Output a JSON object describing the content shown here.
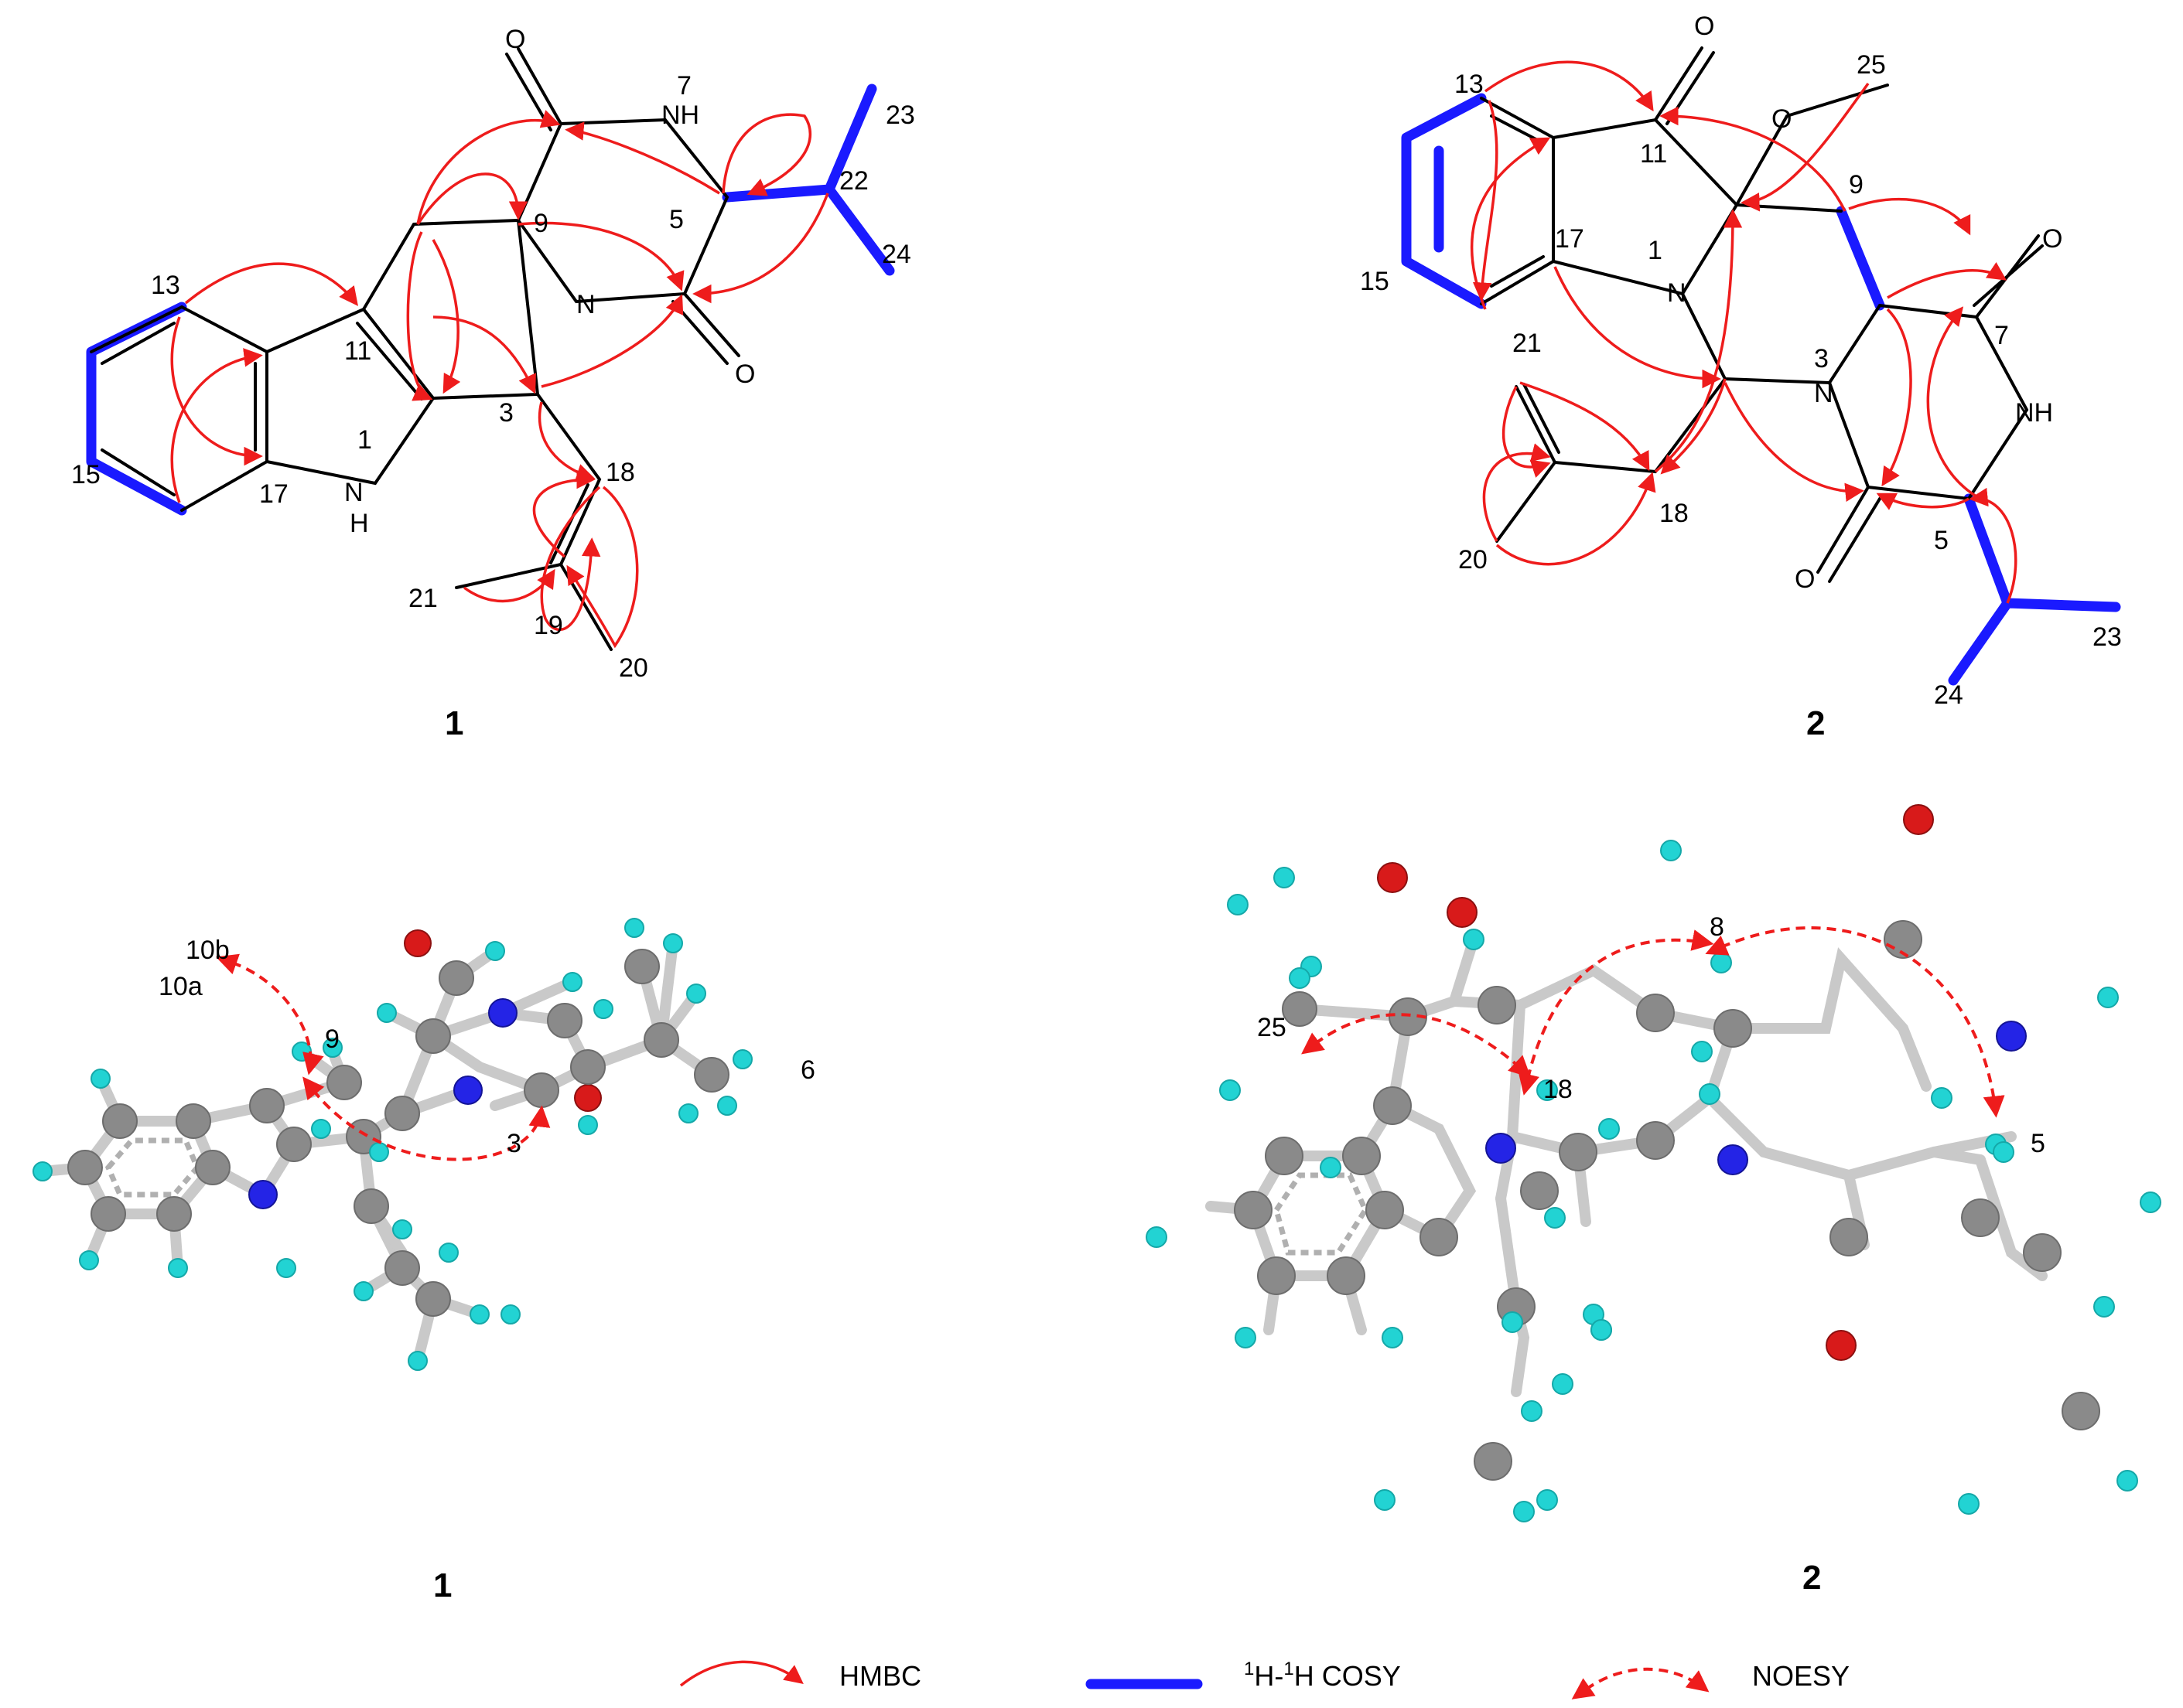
{
  "compounds": {
    "c1_label": "1",
    "c2_label": "2",
    "c1_3d_label": "1",
    "c2_3d_label": "2"
  },
  "atoms_c1": {
    "O": "O",
    "NH": "NH",
    "n7": "7",
    "n23": "23",
    "n22": "22",
    "n13": "13",
    "n9": "9",
    "n5": "5",
    "N": "N",
    "n24": "24",
    "n11": "11",
    "O2": "O",
    "n3": "3",
    "n1": "1",
    "n15": "15",
    "n17": "17",
    "N1": "N",
    "H1": "H",
    "n18": "18",
    "n21": "21",
    "n19": "19",
    "n20": "20"
  },
  "atoms_c2": {
    "O": "O",
    "n25": "25",
    "n13": "13",
    "n11": "11",
    "Om": "O",
    "n9": "9",
    "n17": "17",
    "n1": "1",
    "N1": "N",
    "O7": "O",
    "n15": "15",
    "n21": "21",
    "n3": "3",
    "N3": "N",
    "n7": "7",
    "NH": "NH",
    "n18": "18",
    "n5": "5",
    "n20": "20",
    "O2": "O",
    "n23": "23",
    "n24": "24"
  },
  "labels_3d_c1": {
    "h10b": "10b",
    "h10a": "10a",
    "h9": "9",
    "h6": "6",
    "h3": "3"
  },
  "labels_3d_c2": {
    "h8": "8",
    "h25": "25",
    "h18": "18",
    "h5": "5"
  },
  "legend": {
    "hmbc": "HMBC",
    "cosy_sup": "1",
    "cosy_mid": "H-",
    "cosy_sup2": "1",
    "cosy_tail": "H COSY",
    "noesy": "NOESY"
  },
  "colors": {
    "hmbc": "#ee1c1c",
    "cosy": "#1a1aff",
    "carbon": "#8a8a8a",
    "hydrogen": "#22d3d3",
    "nitrogen": "#2424e6",
    "oxygen": "#d81a1a"
  }
}
